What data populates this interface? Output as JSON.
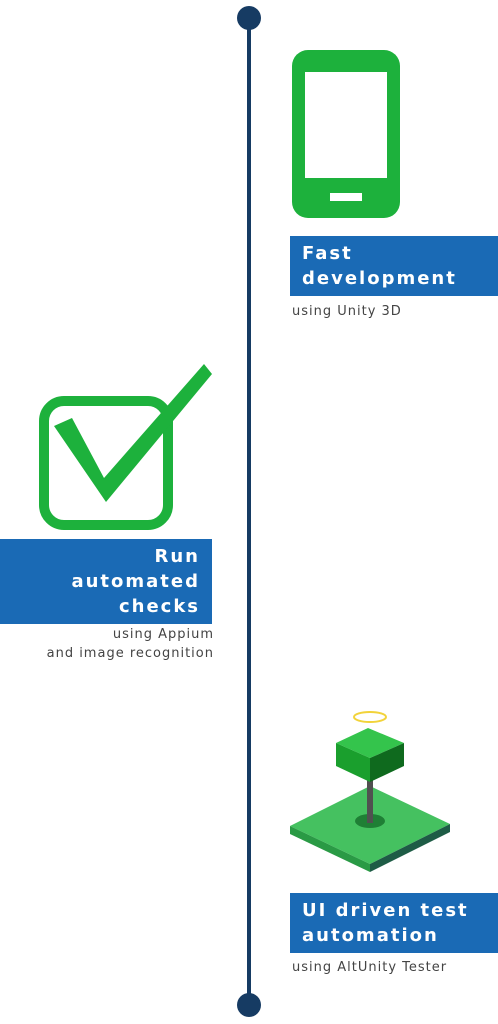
{
  "items": [
    {
      "title_lines": [
        "Fast",
        "development"
      ],
      "subtitle_lines": [
        "using Unity 3D"
      ]
    },
    {
      "title_lines": [
        "Run",
        "automated",
        "checks"
      ],
      "subtitle_lines": [
        "using Appium",
        "and image recognition"
      ]
    },
    {
      "title_lines": [
        "UI driven test",
        "automation"
      ],
      "subtitle_lines": [
        "using AltUnity Tester"
      ]
    }
  ],
  "colors": {
    "timeline": "#163b63",
    "label_background": "#1a6ab5",
    "icon_green": "#1db13c"
  },
  "icons": [
    "smartphone-icon",
    "checkbox-check-icon",
    "altunity-object-icon"
  ]
}
